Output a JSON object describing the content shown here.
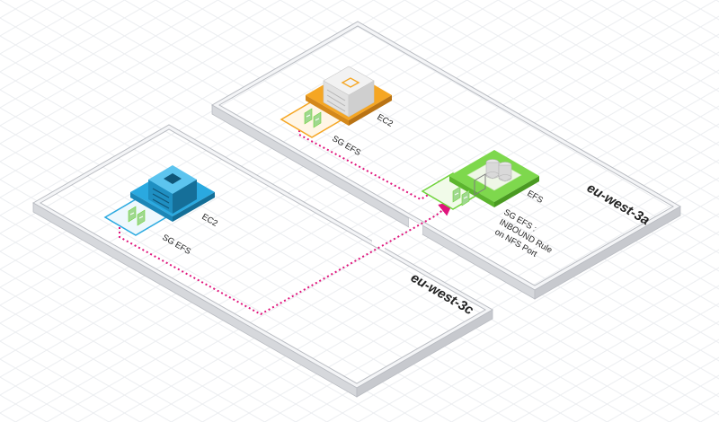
{
  "zones": [
    {
      "id": "eu-west-3a",
      "label": "eu-west-3a"
    },
    {
      "id": "eu-west-3c",
      "label": "eu-west-3c"
    }
  ],
  "nodes": {
    "ec2_3a": {
      "label": "EC2",
      "color": "#f5a623"
    },
    "sg_ec2_3a": {
      "label": "SG EFS",
      "color": "#f5a623"
    },
    "efs": {
      "label": "EFS",
      "color": "#6fd33a"
    },
    "sg_efs": {
      "lines": [
        "SG EFS :",
        "INBOUND Rule",
        "on NFS Port"
      ],
      "color": "#6fd33a"
    },
    "ec2_3c": {
      "label": "EC2",
      "color": "#2aa9e0"
    },
    "sg_ec2_3c": {
      "label": "SG EFS",
      "color": "#2aa9e0"
    }
  },
  "connections": {
    "color": "#e0147c",
    "style": "dotted"
  }
}
